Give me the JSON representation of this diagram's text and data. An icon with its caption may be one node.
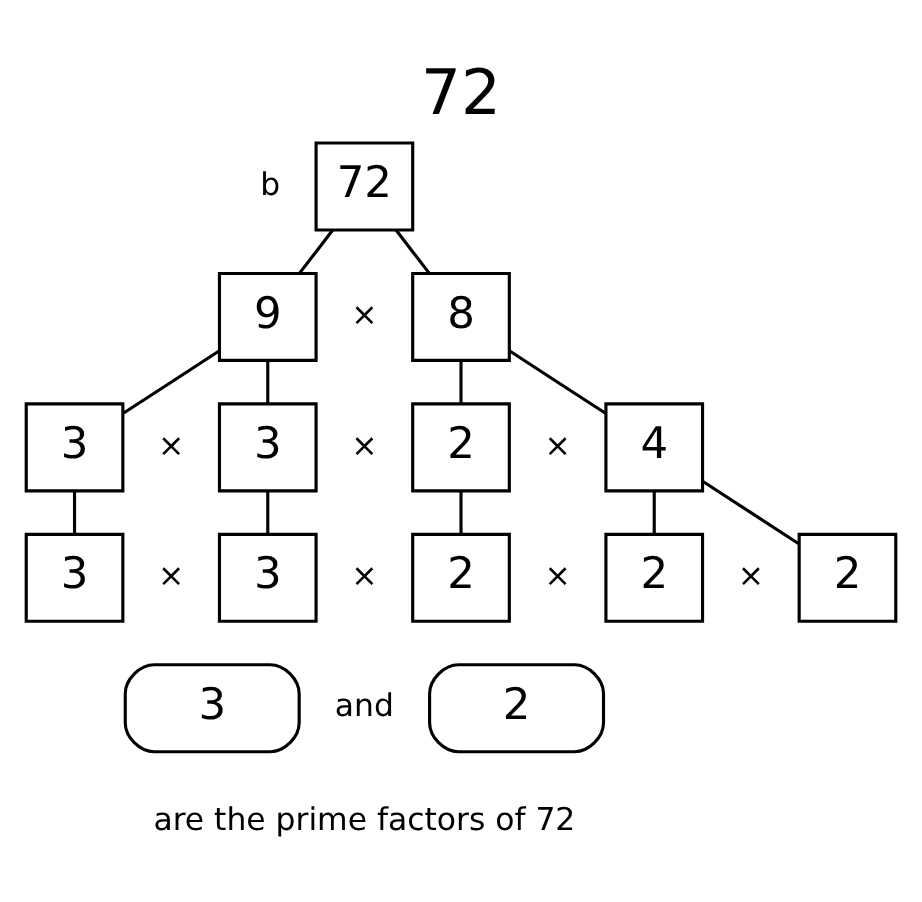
{
  "diagram": {
    "title": "72",
    "caption": "are the prime factors of 72",
    "nodes": [
      {
        "text": [
          "72"
        ]
      },
      {
        "text": [
          "9"
        ]
      },
      {
        "text": [
          "8"
        ]
      },
      {
        "text": [
          "3"
        ]
      },
      {
        "text": [
          "3"
        ]
      },
      {
        "text": [
          "2"
        ]
      },
      {
        "text": [
          "4"
        ]
      },
      {
        "text": [
          "3"
        ]
      },
      {
        "text": [
          "3"
        ]
      },
      {
        "text": [
          "2"
        ]
      },
      {
        "text": [
          "2"
        ]
      },
      {
        "text": [
          "2"
        ]
      },
      {
        "text": [
          "3"
        ]
      },
      {
        "text": [
          "2"
        ]
      }
    ],
    "edges": [
      {
        "from": 0,
        "to": 1,
        "arrow": "none"
      },
      {
        "from": 0,
        "to": 2,
        "arrow": "none"
      },
      {
        "from": 1,
        "to": 3,
        "arrow": "none"
      },
      {
        "from": 1,
        "to": 4,
        "arrow": "none"
      },
      {
        "from": 2,
        "to": 5,
        "arrow": "none"
      },
      {
        "from": 2,
        "to": 6,
        "arrow": "none"
      },
      {
        "from": 3,
        "to": 7,
        "arrow": "none"
      },
      {
        "from": 4,
        "to": 8,
        "arrow": "none"
      },
      {
        "from": 5,
        "to": 9,
        "arrow": "none"
      },
      {
        "from": 6,
        "to": 10,
        "arrow": "none"
      },
      {
        "from": 6,
        "to": 11,
        "arrow": "none"
      }
    ],
    "labels": [
      "b",
      "×",
      "×",
      "×",
      "×",
      "×",
      "×",
      "×",
      "×",
      "and"
    ]
  }
}
